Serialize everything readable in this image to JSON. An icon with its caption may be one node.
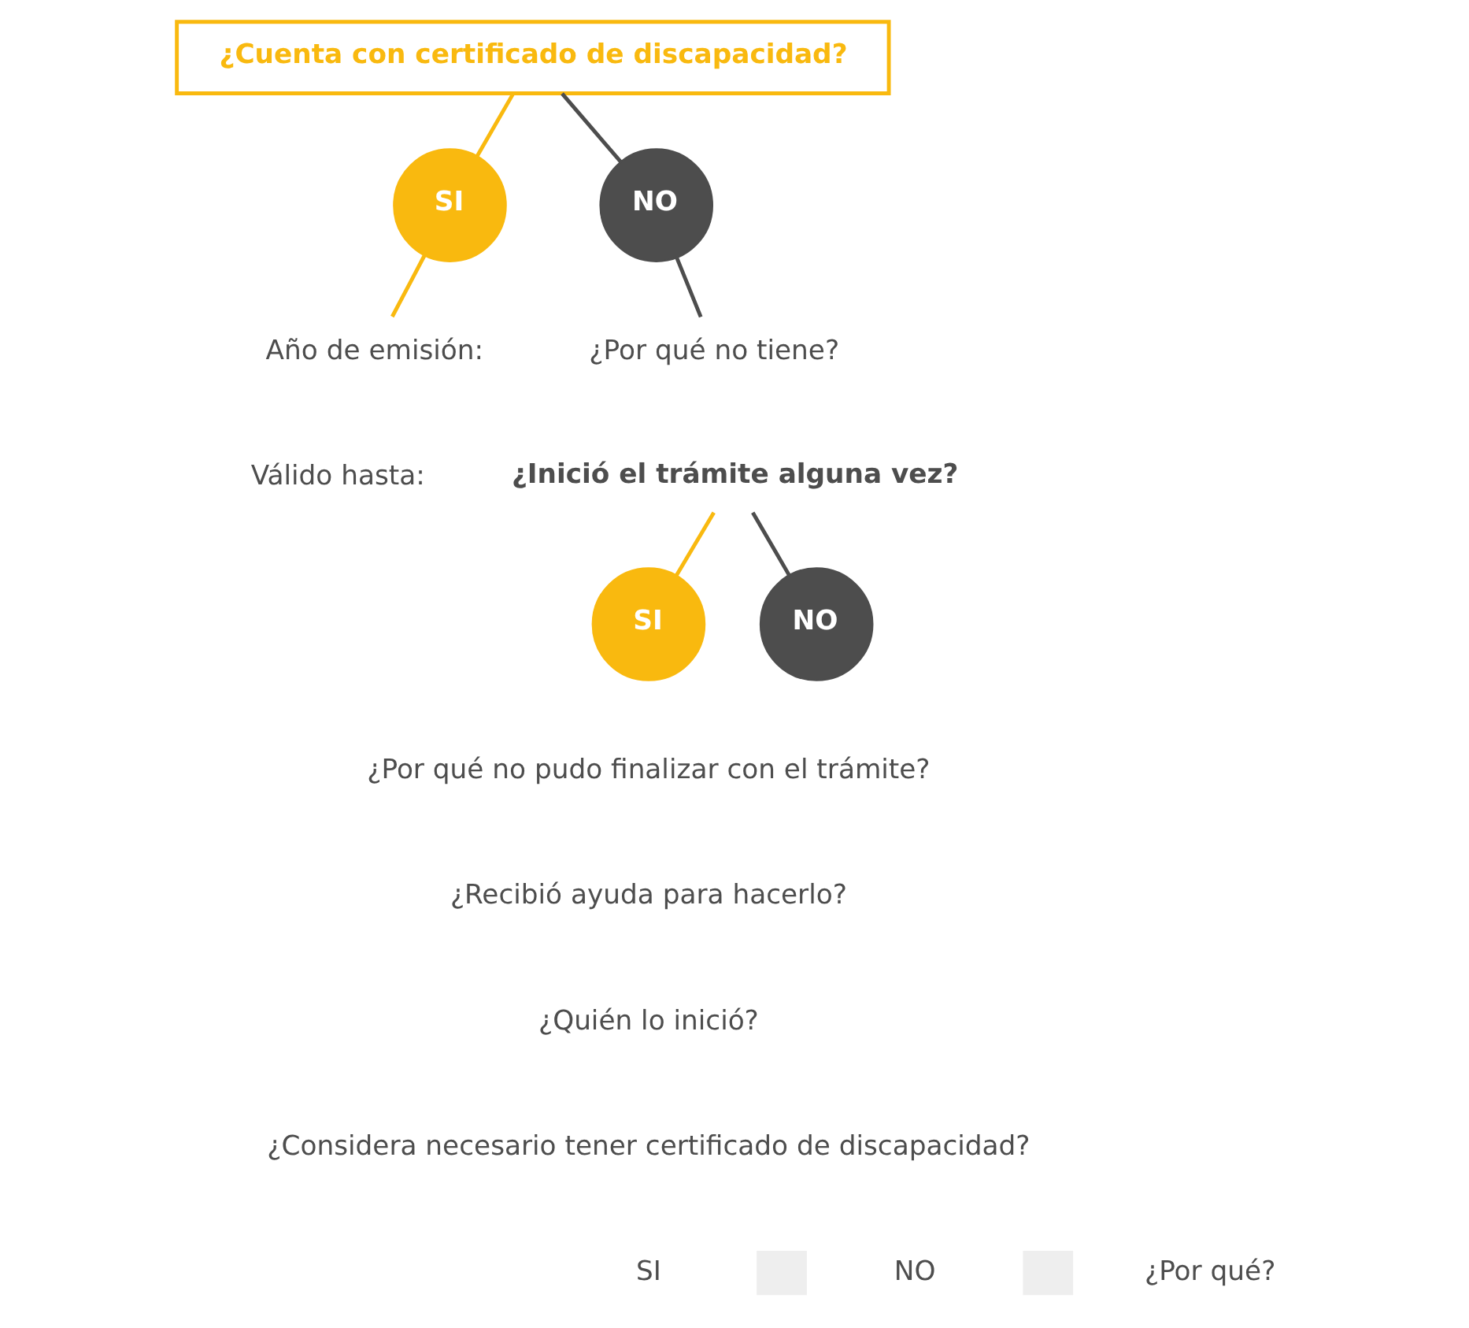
{
  "diagram": {
    "nodes": [
      {
        "text": [
          "¿Cuenta con certificado de discapacidad?"
        ]
      },
      {
        "text": [
          "SI"
        ]
      },
      {
        "text": [
          "NO"
        ]
      },
      {
        "text": [
          "Año de emisión:"
        ]
      },
      {
        "text": [
          "Válido hasta:"
        ]
      },
      {
        "text": [
          "¿Por qué no tiene?"
        ]
      },
      {
        "text": [
          "¿Inició el trámite alguna vez?"
        ]
      },
      {
        "text": [
          "SI"
        ]
      },
      {
        "text": [
          "NO"
        ]
      },
      {
        "text": [
          "¿Por qué no pudo finalizar con el trámite?"
        ]
      },
      {
        "text": [
          "¿Recibió ayuda para hacerlo?"
        ]
      },
      {
        "text": [
          "¿Quién lo inició?"
        ]
      },
      {
        "text": [
          "¿Considera necesario tener certificado de discapacidad?"
        ]
      },
      {
        "text": [],
        "shape": "box"
      },
      {
        "text": [],
        "shape": "box"
      }
    ],
    "edges": [
      {
        "from": 0,
        "to": 1,
        "arrow": "none",
        "color": "#f9b90f"
      },
      {
        "from": 0,
        "to": 2,
        "arrow": "none",
        "color": "#4d4d4d"
      },
      {
        "from": 1,
        "to": 3,
        "arrow": "none",
        "color": "#f9b90f"
      },
      {
        "from": 2,
        "to": 5,
        "arrow": "none",
        "color": "#4d4d4d"
      },
      {
        "from": 6,
        "to": 7,
        "arrow": "none",
        "color": "#f9b90f"
      },
      {
        "from": 6,
        "to": 8,
        "arrow": "none",
        "color": "#4d4d4d"
      }
    ],
    "labels": [
      "SI",
      "NO",
      "¿Por qué?"
    ]
  }
}
